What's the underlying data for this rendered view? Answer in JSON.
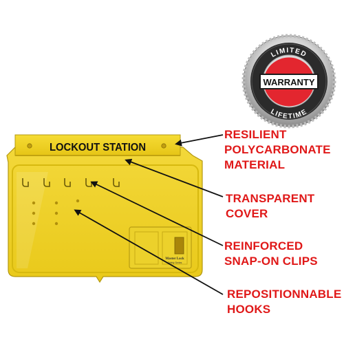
{
  "product": {
    "header_label": "LOCKOUT STATION",
    "brand_mark_line1": "Master Lock",
    "brand_mark_line2": "Safety Series",
    "body_color": "#f2d52a",
    "header_color": "#f0d11f",
    "edge_color": "#b79c12"
  },
  "badge": {
    "top_text": "LIMITED",
    "center_text": "WARRANTY",
    "bottom_text": "LIFETIME",
    "ring_color": "#2a2a2a",
    "accent_color": "#e3262f"
  },
  "callouts": [
    {
      "lines": [
        "RESILIENT",
        "POLYCARBONATE",
        "MATERIAL"
      ]
    },
    {
      "lines": [
        "TRANSPARENT",
        "COVER"
      ]
    },
    {
      "lines": [
        "REINFORCED",
        "SNAP-ON CLIPS"
      ]
    },
    {
      "lines": [
        "REPOSITIONNABLE",
        "HOOKS"
      ]
    }
  ],
  "colors": {
    "callout_text": "#e01818",
    "arrow": "#111111"
  }
}
